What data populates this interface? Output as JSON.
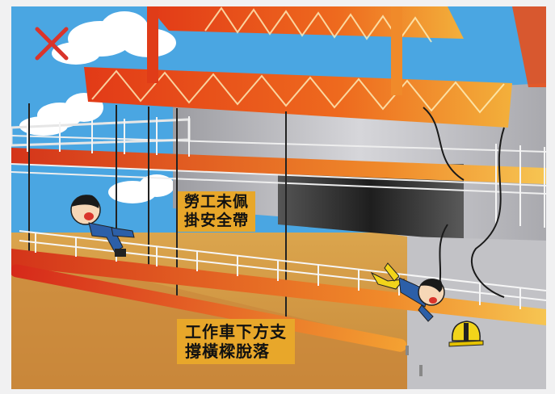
{
  "labels": {
    "no_harness": {
      "line1": "勞工未佩",
      "line2": "掛安全帶"
    },
    "beam_fall": {
      "line1": "工作車下方支",
      "line2": "撐橫樑脫落"
    }
  },
  "icons": [
    "prohibited-x-icon",
    "hard-hat-icon",
    "falling-worker-icon"
  ],
  "colors": {
    "sky": "#4aa6e2",
    "truss": "#e8501c",
    "truss_light": "#f0a030",
    "concrete": "#b9b9bd",
    "ground": "#d9a24a",
    "label_bg": "#e8a72a",
    "warning_x": "#d9342b"
  }
}
